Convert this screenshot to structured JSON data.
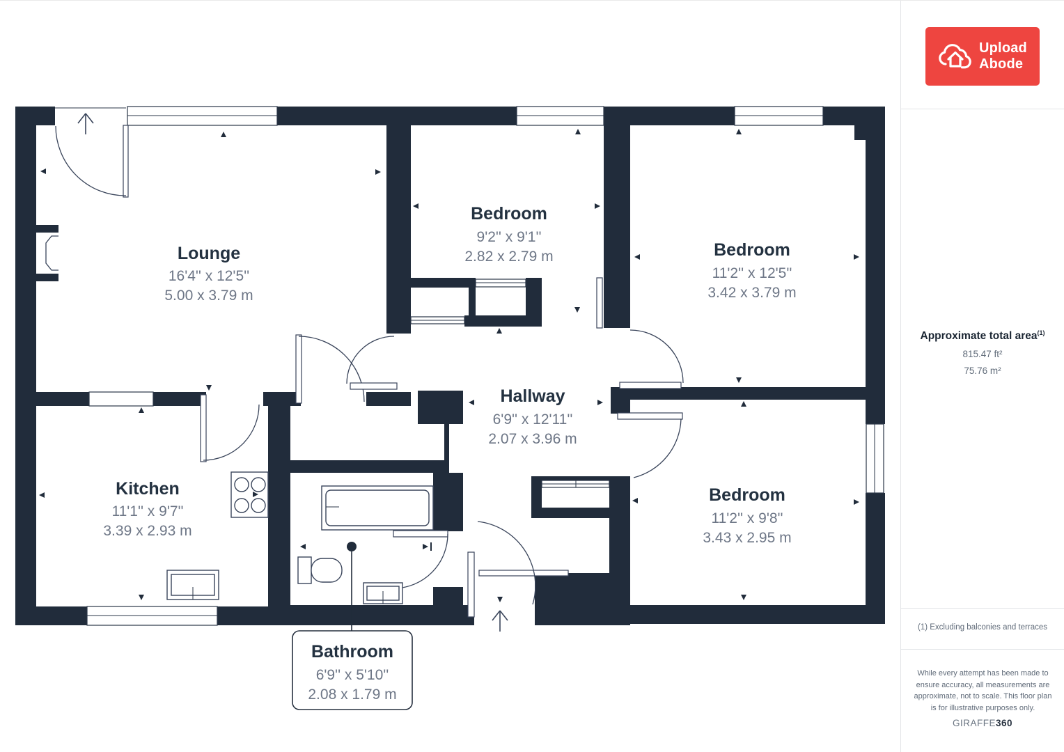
{
  "brand": {
    "logo_line1": "Upload",
    "logo_line2": "Abode",
    "logo_bg": "#ee4540"
  },
  "sidebar": {
    "area_title": "Approximate total area",
    "area_sup": "(1)",
    "area_ft": "815.47 ft²",
    "area_m": "75.76 m²",
    "footnote": "(1) Excluding balconies and terraces",
    "disclaimer": "While every attempt has been made to ensure accuracy, all measurements are approximate, not to scale. This floor plan is for illustrative purposes only.",
    "brand_name": "GIRAFFE",
    "brand_suffix": "360"
  },
  "floorplan": {
    "rooms": [
      {
        "name": "Lounge",
        "imperial": "16'4'' x 12'5''",
        "metric": "5.00 x 3.79 m"
      },
      {
        "name": "Kitchen",
        "imperial": "11'1'' x 9'7''",
        "metric": "3.39 x 2.93 m"
      },
      {
        "name": "Bedroom",
        "imperial": "9'2'' x 9'1''",
        "metric": "2.82 x 2.79 m"
      },
      {
        "name": "Bedroom",
        "imperial": "11'2'' x 12'5''",
        "metric": "3.42 x 3.79 m"
      },
      {
        "name": "Hallway",
        "imperial": "6'9'' x 12'11''",
        "metric": "2.07 x 3.96 m"
      },
      {
        "name": "Bedroom",
        "imperial": "11'2'' x 9'8''",
        "metric": "3.43 x 2.95 m"
      },
      {
        "name": "Bathroom",
        "imperial": "6'9'' x 5'10''",
        "metric": "2.08 x 1.79 m"
      }
    ]
  }
}
